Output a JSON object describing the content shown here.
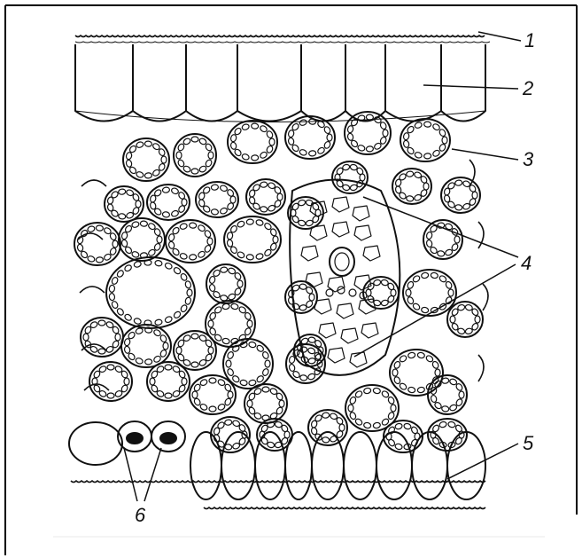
{
  "labels": {
    "upper_cuticle": "1",
    "upper_epidermis": "2",
    "mesophyll": "3",
    "vascular_bundle": "4",
    "lower_epidermis": "5",
    "stomata": "6"
  },
  "colors": {
    "ink": "#111111",
    "background": "#ffffff"
  }
}
